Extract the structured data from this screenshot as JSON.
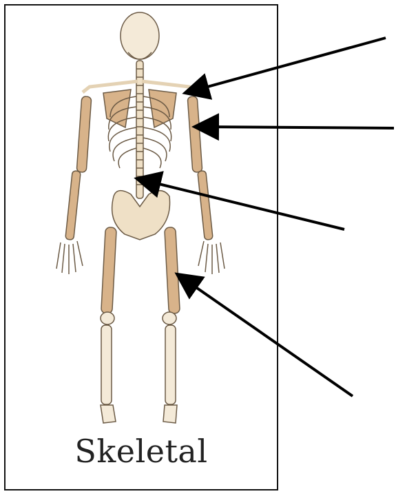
{
  "caption": "Skeletal",
  "colors": {
    "bone_highlight": "#d8b38a",
    "bone_light": "#f4ead8",
    "outline": "#6b5a45",
    "arrow": "#000000",
    "frame": "#111111"
  },
  "arrows": [
    {
      "name": "arrow-shoulder",
      "target": "shoulder-blade"
    },
    {
      "name": "arrow-humerus",
      "target": "upper-arm-bone"
    },
    {
      "name": "arrow-spine",
      "target": "lower-spine"
    },
    {
      "name": "arrow-femur",
      "target": "thigh-bone"
    }
  ]
}
